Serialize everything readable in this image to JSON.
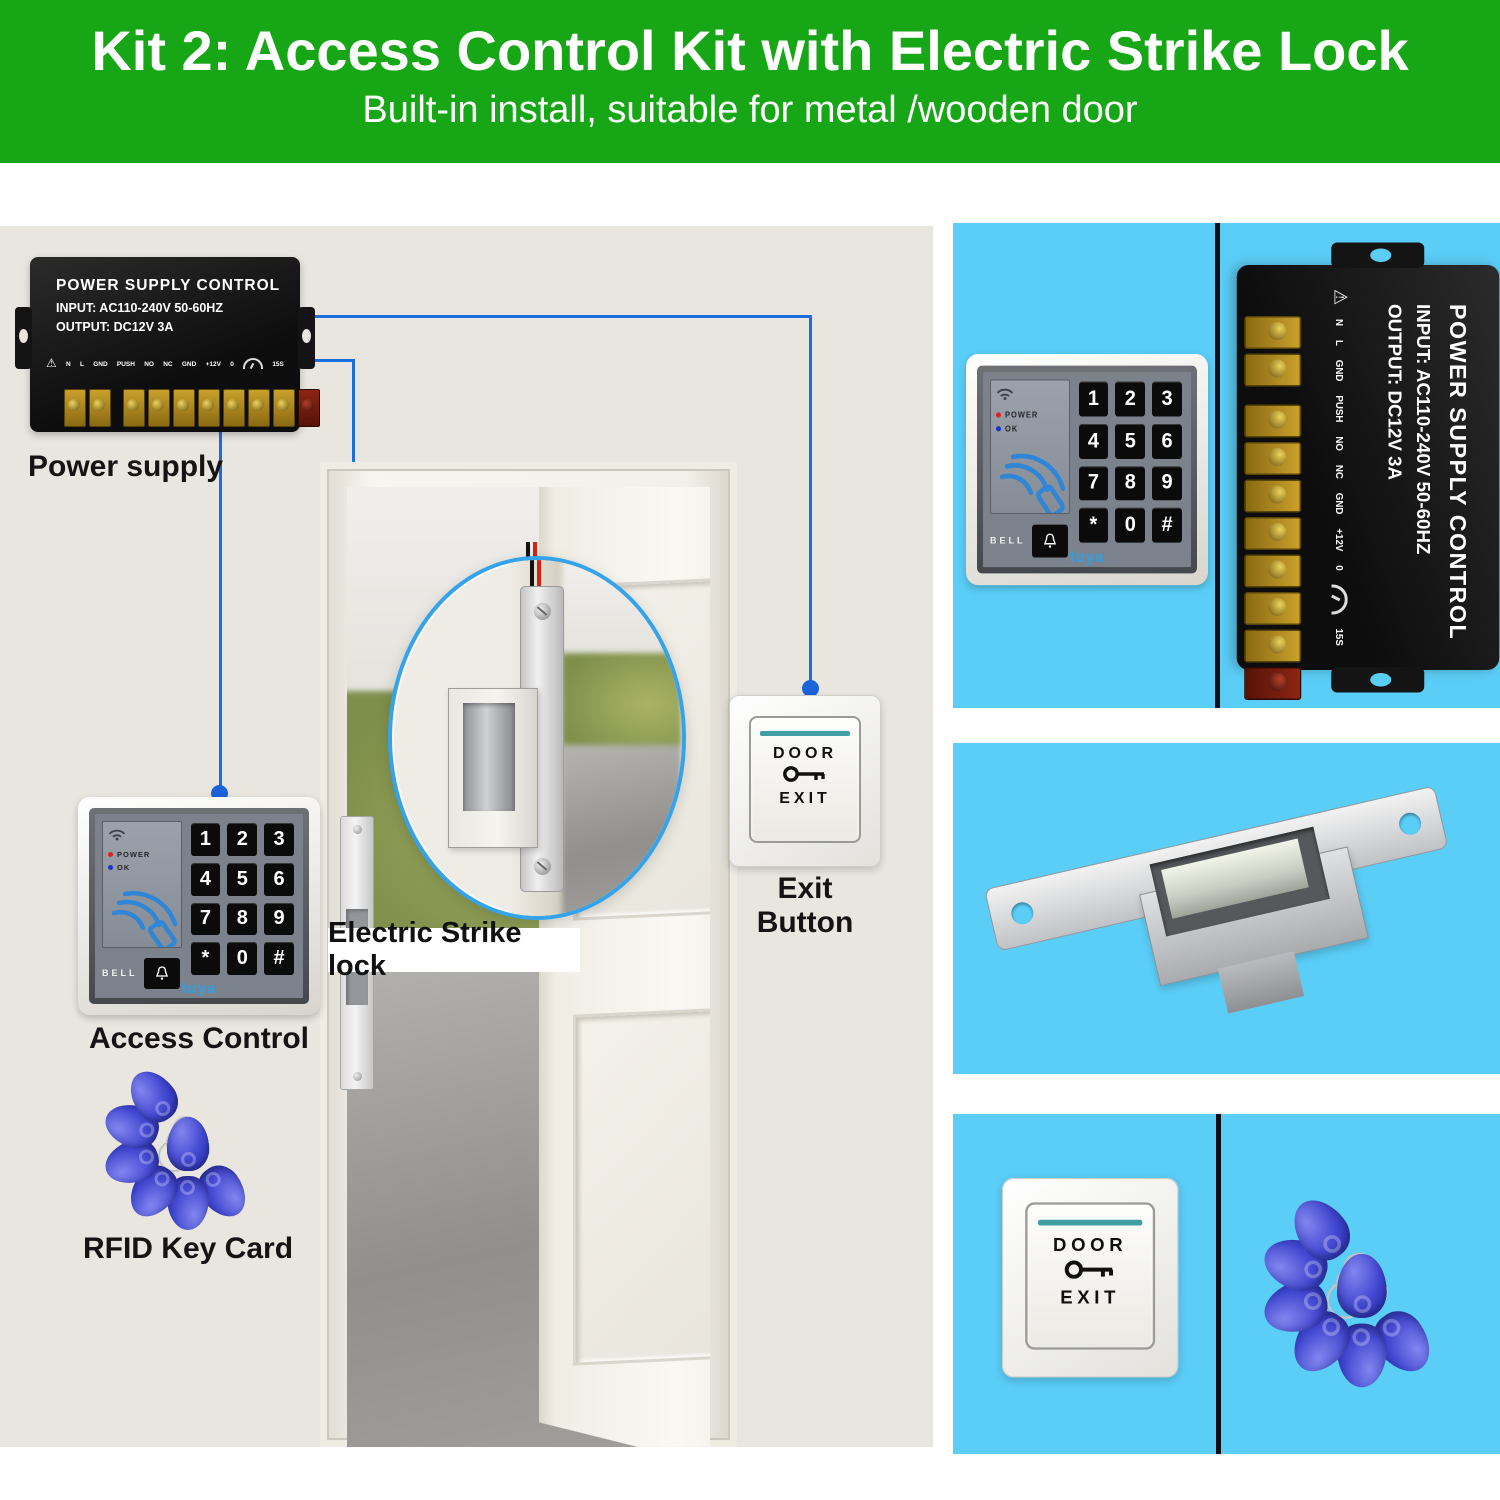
{
  "header": {
    "title": "Kit 2: Access Control Kit with Electric Strike Lock",
    "subtitle": "Built-in install, suitable for metal /wooden door"
  },
  "power_supply": {
    "title": "POWER SUPPLY CONTROL",
    "input": "INPUT: AC110-240V 50-60HZ",
    "output": "OUTPUT: DC12V 3A",
    "warning_icon": "⚠",
    "terminals": [
      "N",
      "L",
      "GND",
      "PUSH",
      "NO",
      "NC",
      "GND",
      "+12V",
      "0",
      "15S"
    ]
  },
  "keypad": {
    "power_label": "POWER",
    "ok_label": "OK",
    "bell_label": "BELL",
    "brand": "tuya",
    "keys": [
      "1",
      "2",
      "3",
      "4",
      "5",
      "6",
      "7",
      "8",
      "9",
      "*",
      "0",
      "#"
    ]
  },
  "exit_button": {
    "line1": "DOOR",
    "line2": "EXIT"
  },
  "diagram_labels": {
    "power_supply": "Power supply",
    "access_control": "Access Control",
    "rfid": "RFID Key Card",
    "exit_button": "Exit Button",
    "strike_lock": "Electric Strike lock"
  },
  "colors": {
    "header_green": "#16a616",
    "panel_blue": "#5bcef7",
    "wire_blue": "#1c6ede",
    "fob_blue": "#3a40c8"
  }
}
